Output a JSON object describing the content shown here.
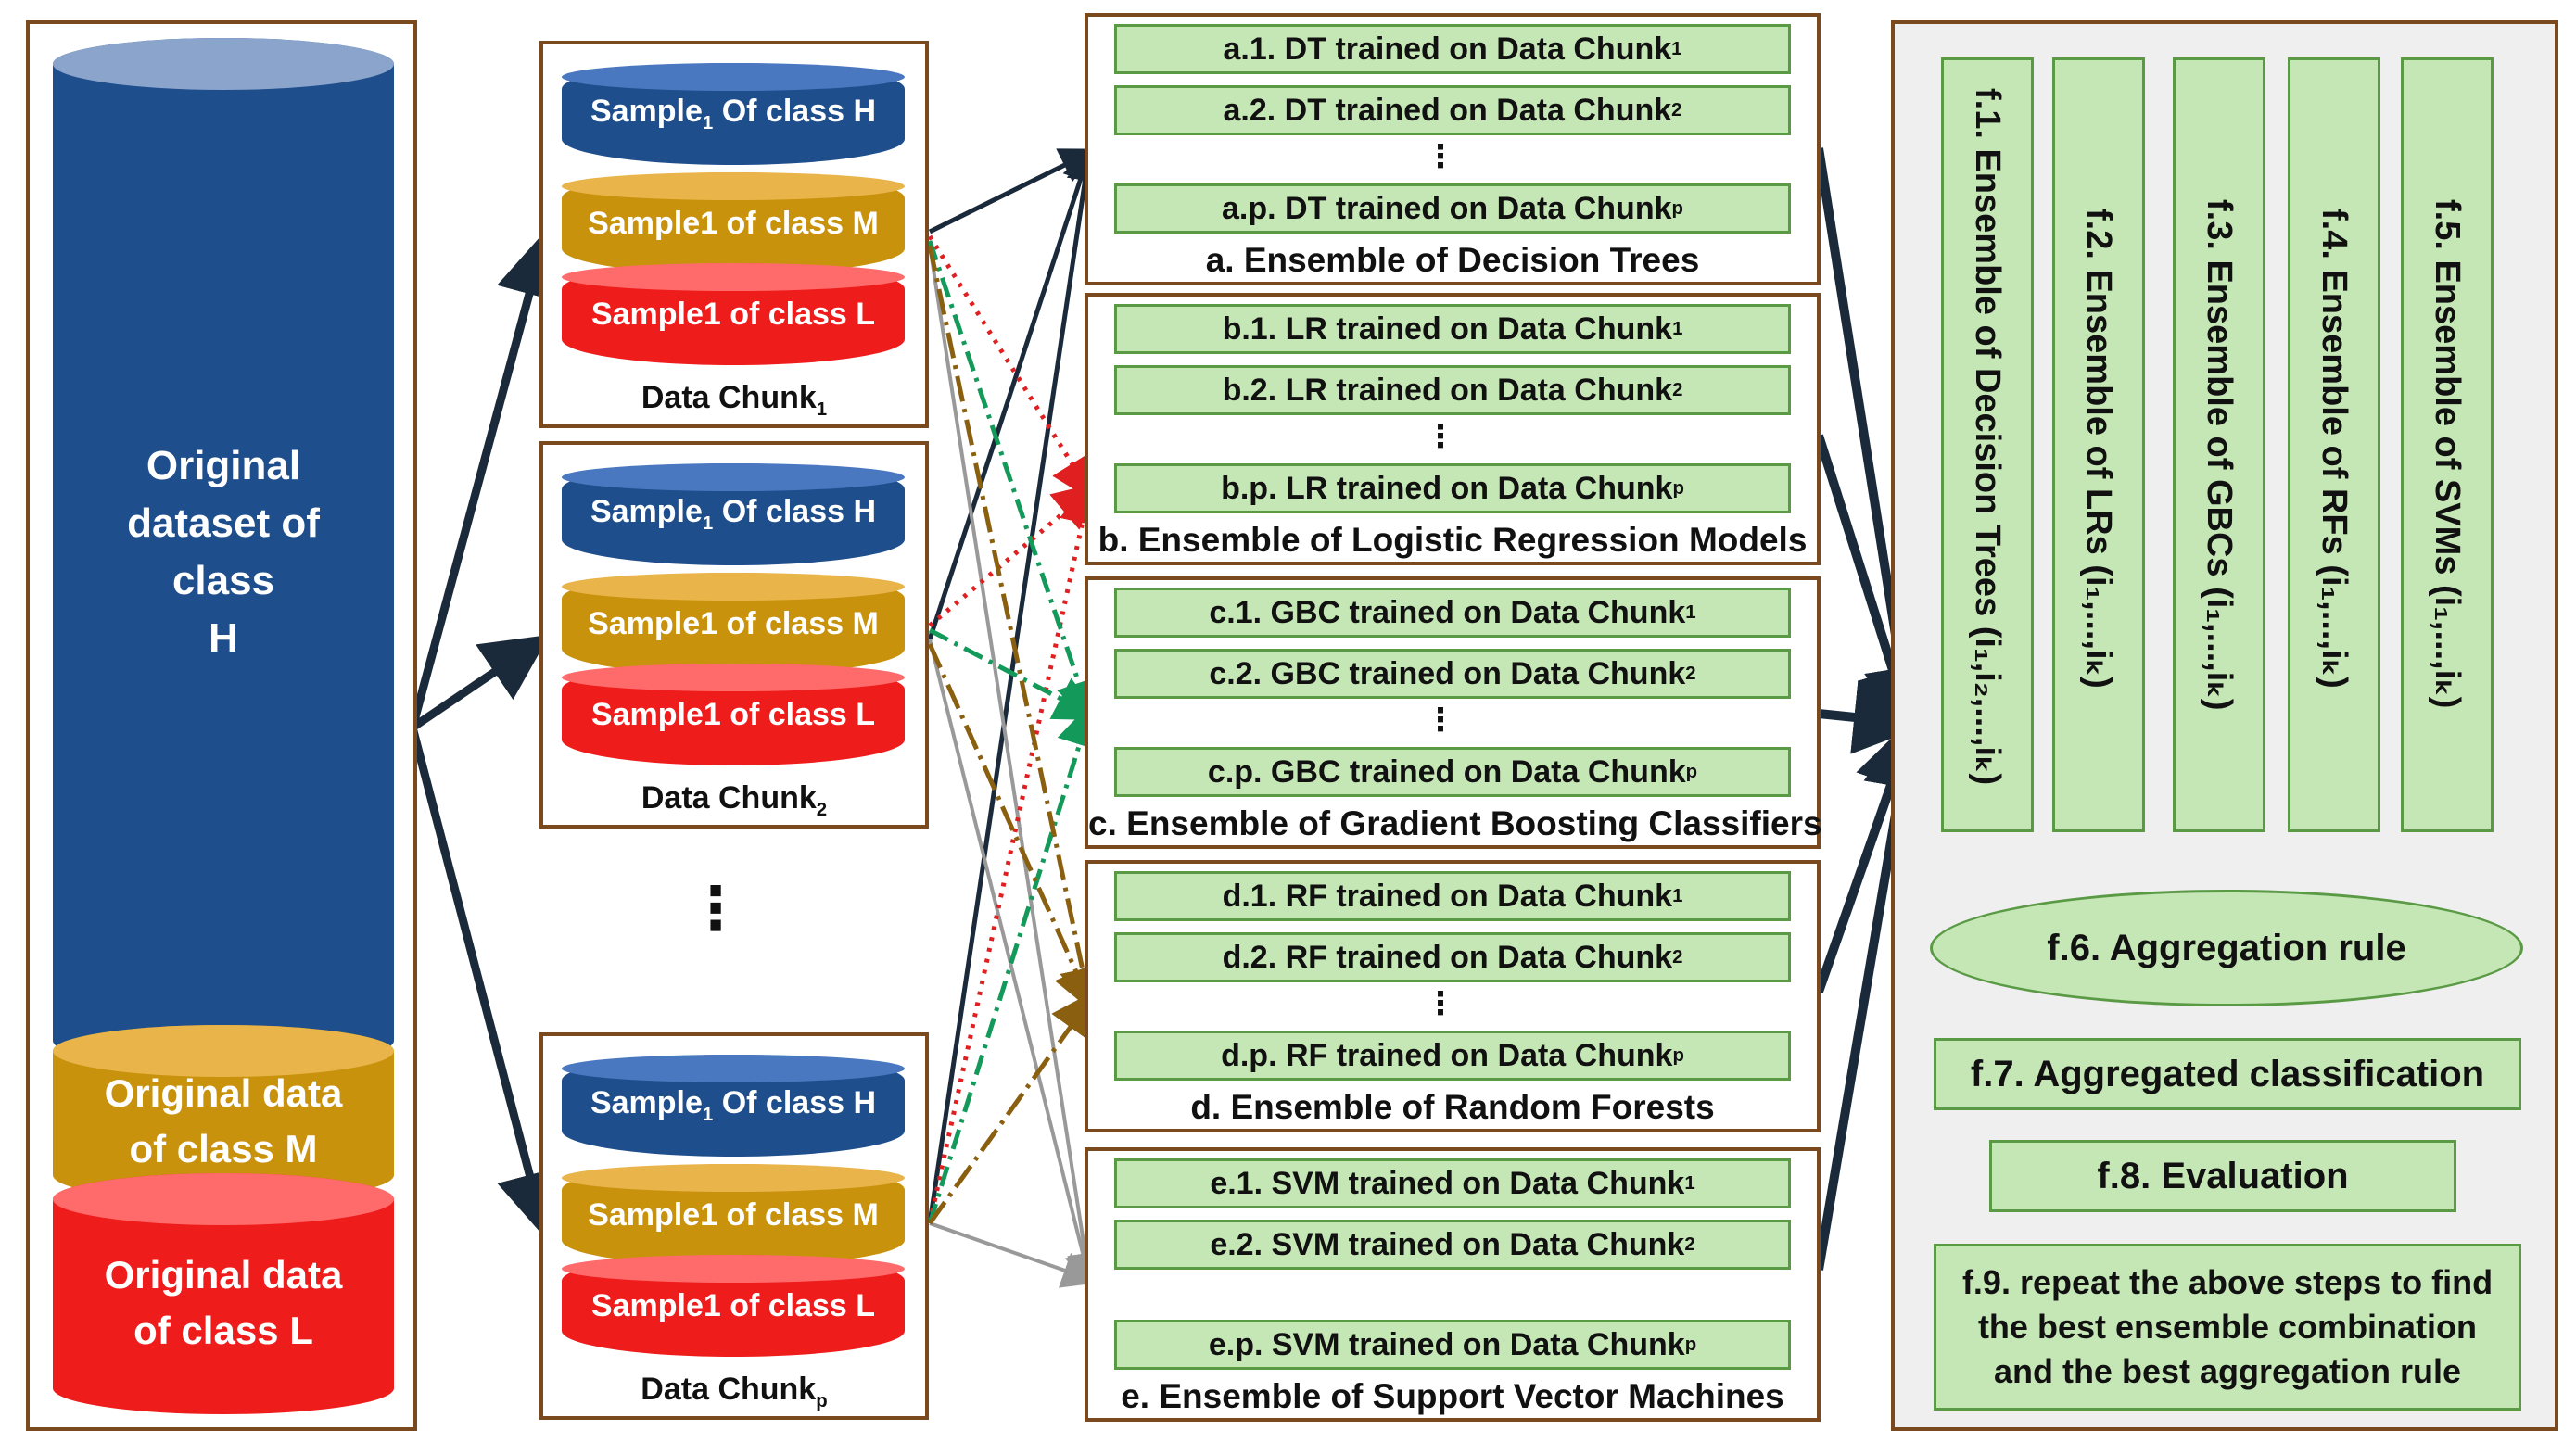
{
  "colors": {
    "blue": "#1f4e8c",
    "gold": "#c8920c",
    "red": "#ef1c1c",
    "green": "#c5e6b5",
    "frame": "#7a4a1e"
  },
  "original": {
    "h_label": [
      "Original",
      "dataset of",
      "class",
      "H"
    ],
    "m_label": [
      "Original data",
      "of class M"
    ],
    "l_label": [
      "Original data",
      "of class L"
    ]
  },
  "chunks": [
    {
      "h": "Sample",
      "h_sub": "1",
      "h_rest": " Of class H",
      "m": "Sample1 of class M",
      "l": "Sample1 of class L",
      "caption": "Data Chunk",
      "caption_sub": "1"
    },
    {
      "h": "Sample",
      "h_sub": "1",
      "h_rest": " Of class H",
      "m": "Sample1 of class M",
      "l": "Sample1 of class L",
      "caption": "Data Chunk",
      "caption_sub": "2"
    },
    {
      "h": "Sample",
      "h_sub": "1",
      "h_rest": " Of class H",
      "m": "Sample1 of class M",
      "l": "Sample1 of class L",
      "caption": "Data Chunk",
      "caption_sub": "p"
    }
  ],
  "vdots": "⋮",
  "ensembles": [
    {
      "rows": [
        {
          "t": "a.1. DT trained on Data Chunk",
          "s": "1"
        },
        {
          "t": "a.2. DT trained on Data Chunk",
          "s": "2"
        },
        {
          "t": "a.p. DT trained on Data Chunk",
          "s": "p"
        }
      ],
      "caption": "a. Ensemble of Decision Trees",
      "dots": "⋮"
    },
    {
      "rows": [
        {
          "t": "b.1. LR trained on Data Chunk",
          "s": "1"
        },
        {
          "t": "b.2. LR trained on Data Chunk",
          "s": "2"
        },
        {
          "t": "b.p. LR trained on Data Chunk",
          "s": "p"
        }
      ],
      "caption": "b. Ensemble of Logistic Regression Models",
      "dots": "⋮"
    },
    {
      "rows": [
        {
          "t": "c.1. GBC trained on Data Chunk",
          "s": "1"
        },
        {
          "t": "c.2. GBC trained on Data Chunk",
          "s": "2"
        },
        {
          "t": "c.p. GBC trained on Data Chunk",
          "s": "p"
        }
      ],
      "caption": "c. Ensemble of Gradient Boosting Classifiers",
      "dots": "⋮"
    },
    {
      "rows": [
        {
          "t": "d.1. RF trained on Data Chunk",
          "s": "1"
        },
        {
          "t": "d.2. RF trained on Data Chunk",
          "s": "2"
        },
        {
          "t": "d.p. RF trained on Data Chunk",
          "s": "p"
        }
      ],
      "caption": "d. Ensemble of Random Forests",
      "dots": "⋮"
    },
    {
      "rows": [
        {
          "t": "e.1. SVM trained on Data Chunk",
          "s": "1"
        },
        {
          "t": "e.2. SVM trained on Data Chunk",
          "s": "2"
        },
        {
          "t": "e.p. SVM trained on Data Chunk",
          "s": "p"
        }
      ],
      "caption": "e. Ensemble of Support Vector Machines",
      "dots": ""
    }
  ],
  "final": {
    "f1": "f.1. Ensemble of Decision Trees (i₁,i₂,...,iₖ)",
    "f2": "f.2. Ensemble of LRs (i₁,...,iₖ)",
    "f3": "f.3. Ensemble of GBCs (i₁,...,iₖ)",
    "f4": "f.4. Ensemble of RFs (i₁,...,iₖ)",
    "f5": "f.5. Ensemble of SVMs (i₁,...,iₖ)",
    "f6": "f.6. Aggregation rule",
    "f7": "f.7. Aggregated classification",
    "f8": "f.8. Evaluation",
    "f9": [
      "f.9. repeat the above steps to find",
      "the best ensemble combination",
      "and the best aggregation rule"
    ]
  }
}
